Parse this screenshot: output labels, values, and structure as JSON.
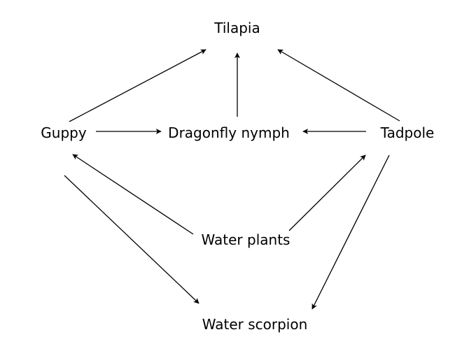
{
  "nodes": {
    "tilapia": "Tilapia",
    "guppy": "Guppy",
    "dragonfly_nymph": "Dragonfly nymph",
    "tadpole": "Tadpole",
    "water_plants": "Water plants",
    "water_scorpion": "Water scorpion"
  },
  "edges": [
    {
      "from": "guppy",
      "to": "tilapia"
    },
    {
      "from": "dragonfly_nymph",
      "to": "tilapia"
    },
    {
      "from": "tadpole",
      "to": "tilapia"
    },
    {
      "from": "guppy",
      "to": "dragonfly_nymph"
    },
    {
      "from": "tadpole",
      "to": "dragonfly_nymph"
    },
    {
      "from": "water_plants",
      "to": "guppy"
    },
    {
      "from": "water_plants",
      "to": "tadpole"
    },
    {
      "from": "guppy",
      "to": "water_scorpion"
    },
    {
      "from": "tadpole",
      "to": "water_scorpion"
    }
  ],
  "colors": {
    "line": "#000000",
    "text": "#000000",
    "background": "#ffffff"
  }
}
